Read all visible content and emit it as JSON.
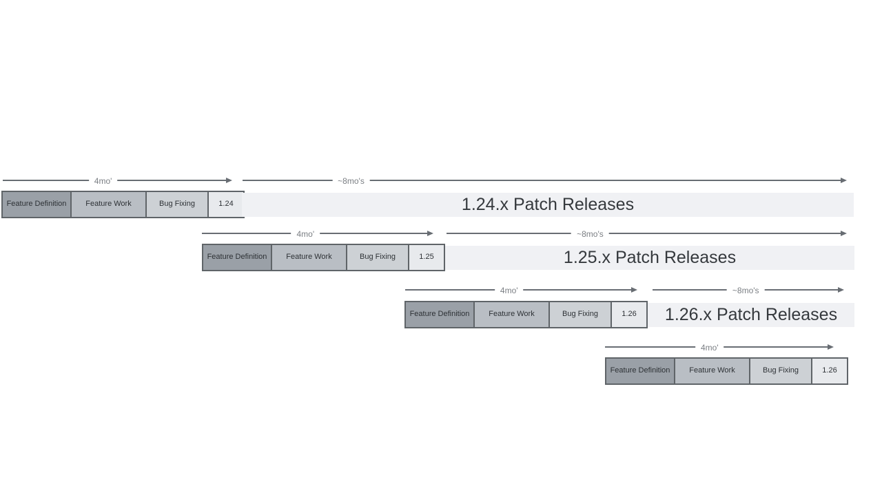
{
  "diagram": {
    "phases": [
      "Feature Definition",
      "Feature Work",
      "Bug Fixing"
    ],
    "cycles": [
      {
        "version": "1.24",
        "dev_duration": "4mo'",
        "patch_duration": "~8mo's",
        "patch_text": "1.24.x Patch Releases"
      },
      {
        "version": "1.25",
        "dev_duration": "4mo'",
        "patch_duration": "~8mo's",
        "patch_text": "1.25.x Patch Releases"
      },
      {
        "version": "1.26",
        "dev_duration": "4mo'",
        "patch_duration": "~8mo's",
        "patch_text": "1.26.x Patch Releases"
      },
      {
        "version": "1.26",
        "dev_duration": "4mo'"
      }
    ],
    "colors": {
      "feature_definition_fill": "#9aa0a7",
      "feature_work_fill": "#b9bec4",
      "bug_fixing_fill": "#cdd1d5",
      "version_box_fill": "#e8eaed",
      "patch_bar_fill": "#f0f1f4",
      "box_border": "#5f6468",
      "arrow": "#686d73",
      "arrow_label_text": "#7a7e83",
      "cell_text": "#2d3135",
      "patch_text": "#35393d",
      "background": "#ffffff"
    }
  }
}
